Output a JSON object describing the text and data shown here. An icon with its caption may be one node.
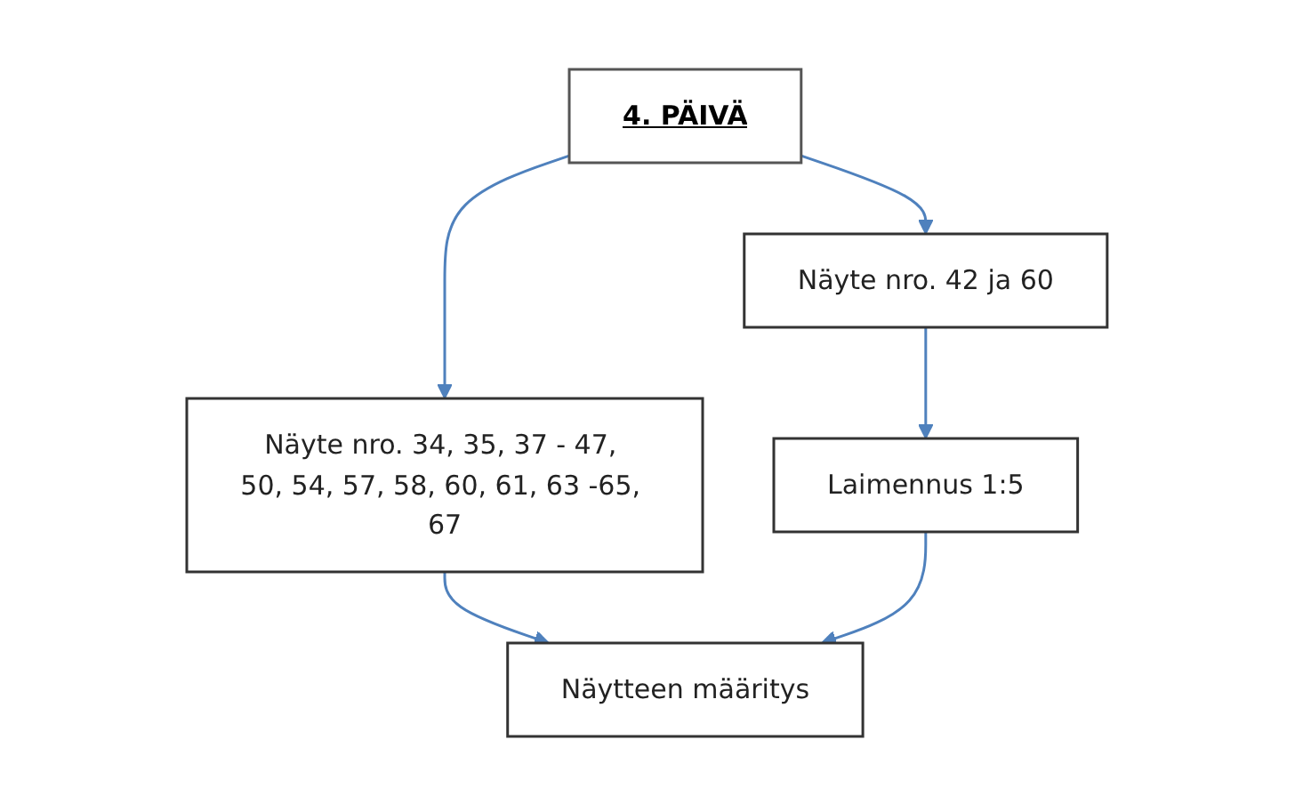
{
  "diagram": {
    "nodes": [
      {
        "text": [
          "4. PÄIVÄ"
        ]
      },
      {
        "text": [
          "Näyte nro. 34, 35, 37 - 47, 50, 54, 57, 58, 60, 61, 63 -65, 67"
        ]
      },
      {
        "text": [
          "Näyte nro. 42 ja 60"
        ]
      },
      {
        "text": [
          "Laimennus 1:5"
        ]
      },
      {
        "text": [
          "Näytteen määritys"
        ]
      }
    ],
    "edges": [
      {
        "from": 0,
        "to": 1,
        "arrow": "to"
      },
      {
        "from": 0,
        "to": 2,
        "arrow": "to"
      },
      {
        "from": 2,
        "to": 3,
        "arrow": "to"
      },
      {
        "from": 1,
        "to": 4,
        "arrow": "to"
      },
      {
        "from": 3,
        "to": 4,
        "arrow": "to"
      }
    ]
  }
}
